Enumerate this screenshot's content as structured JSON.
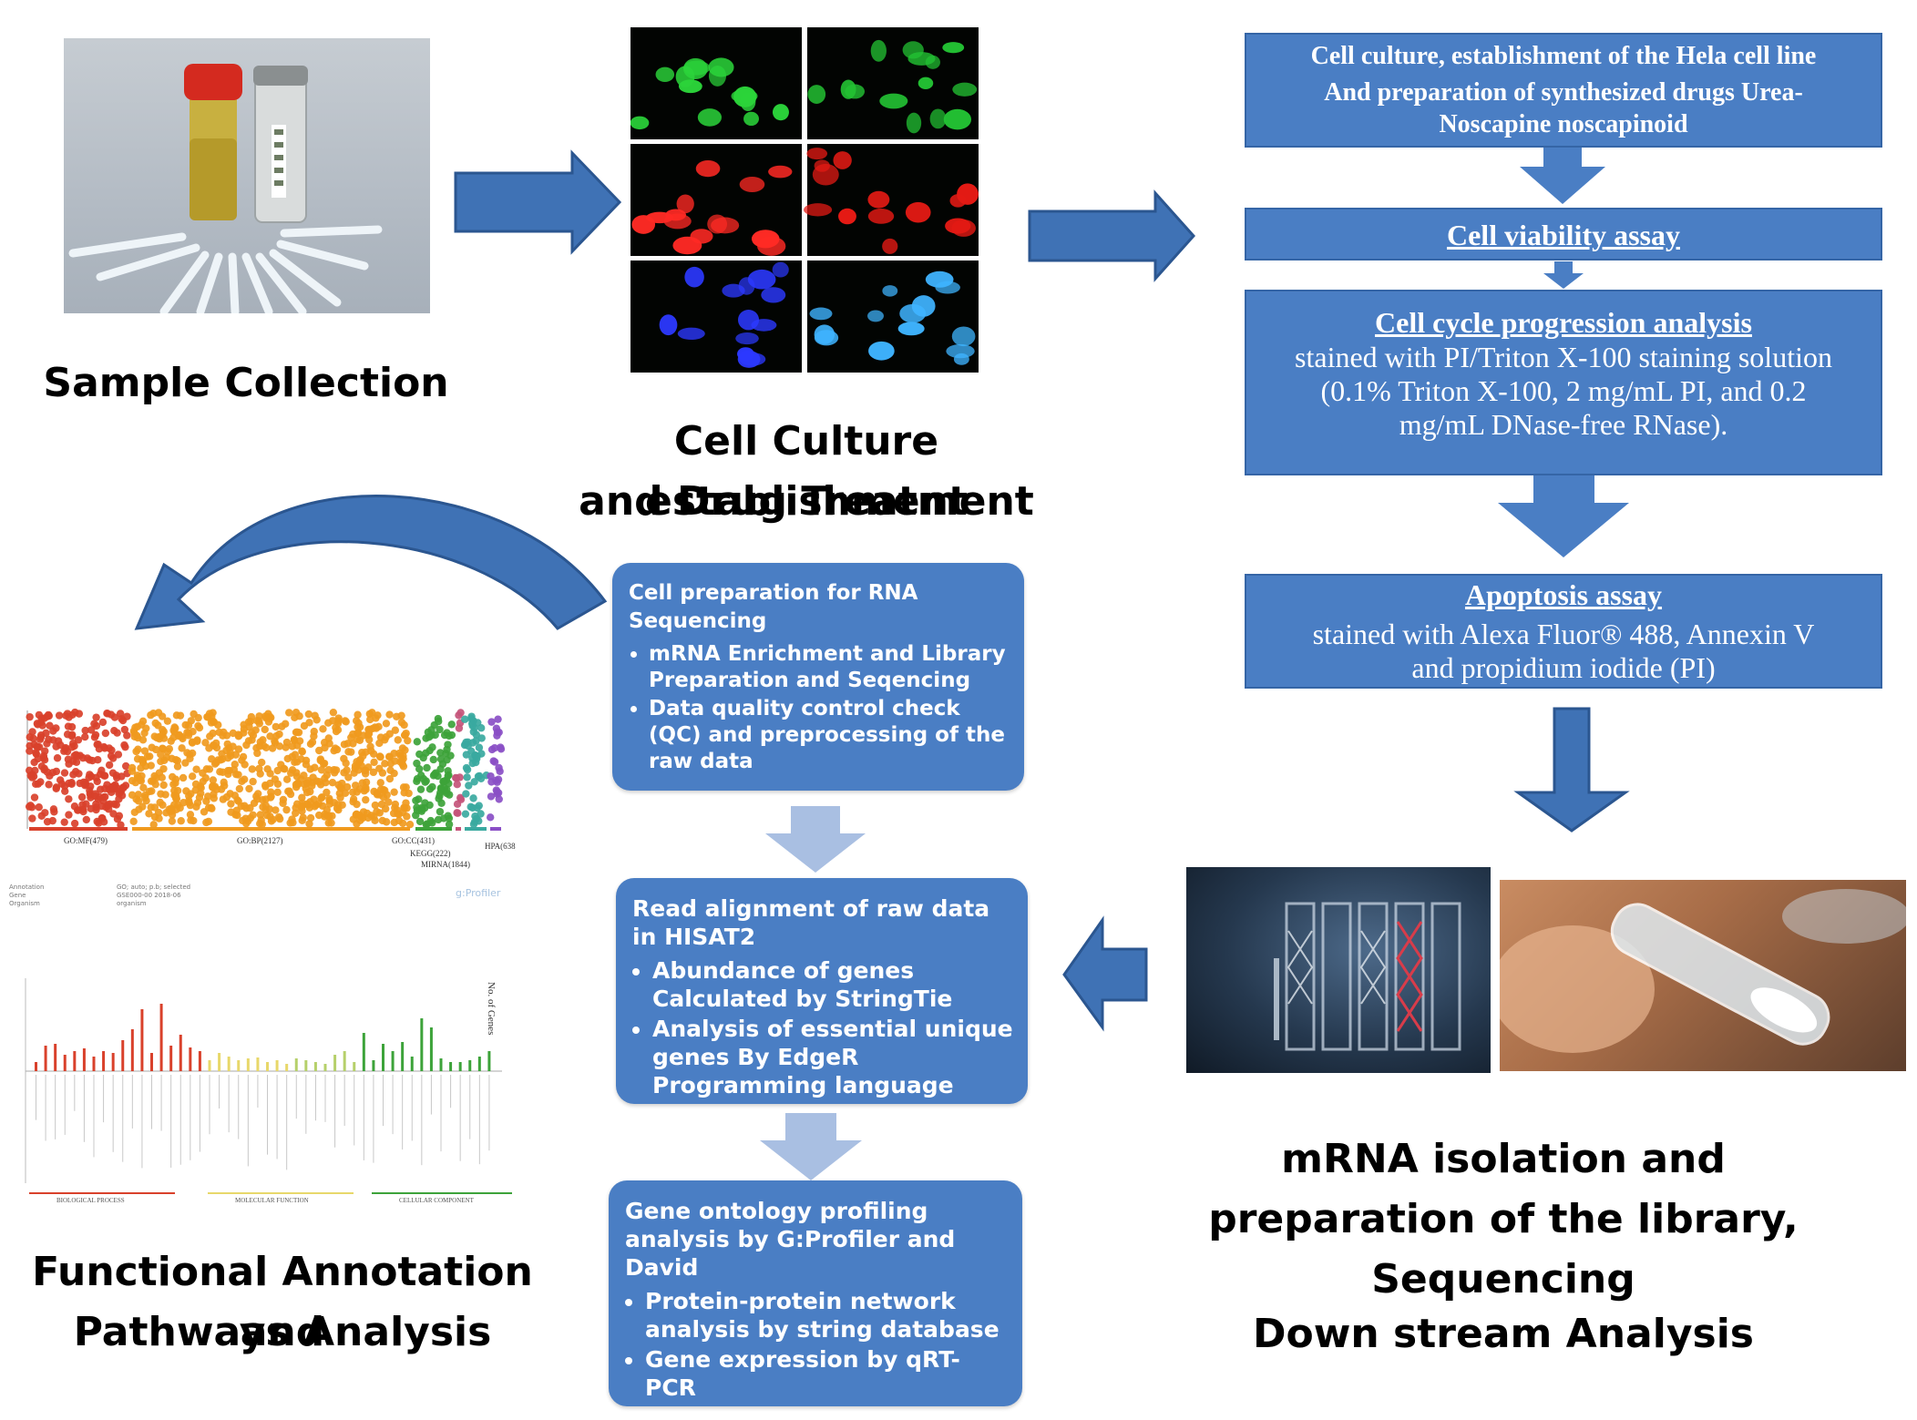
{
  "captions": {
    "sample_collection": "Sample Collection",
    "cell_culture_line1": "Cell Culture establishment",
    "cell_culture_line2": "and Drug Treatment",
    "functional_line1": "Functional Annotation and",
    "functional_line2": "Pathways Analysis",
    "mrna_line1": "mRNA isolation and",
    "mrna_line2": "preparation of the library, Sequencing",
    "downstream": "Down stream Analysis"
  },
  "flow_boxes": {
    "culture": {
      "line1": "Cell culture, establishment of the Hela cell line",
      "line2": "And preparation of synthesized  drugs Urea-",
      "line3": "Noscapine noscapinoid"
    },
    "viability": {
      "title": "Cell viability assay"
    },
    "cell_cycle": {
      "title": "Cell cycle progression analysis",
      "body_line1": "stained with PI/Triton X-100 staining solution",
      "body_line2": "(0.1% Triton X-100, 2 mg/mL PI, and 0.2",
      "body_line3": "mg/mL DNase-free RNase)."
    },
    "apoptosis": {
      "title": "Apoptosis assay",
      "body_line1": "stained with Alexa Fluor® 488, Annexin V",
      "body_line2": "and propidium iodide (PI)"
    }
  },
  "rna_boxes": {
    "prep": {
      "title": "Cell preparation for RNA Sequencing",
      "items": [
        "mRNA Enrichment and Library Preparation and Seqencing",
        "Data quality control check (QC) and preprocessing of the raw data"
      ]
    },
    "alignment": {
      "title": "Read alignment of raw data in HISAT2",
      "items": [
        "Abundance of genes Calculated by StringTie",
        "Analysis of essential unique genes By EdgeR Programming language"
      ]
    },
    "ontology": {
      "title": "Gene ontology profiling analysis by G:Profiler and David",
      "items": [
        "Protein-protein network analysis by string database",
        "Gene expression by qRT-PCR"
      ]
    }
  },
  "manhattan": {
    "labels": [
      "GO:MF(479)",
      "GO:BP(2127)",
      "GO:CC(431)",
      "KEGG(222)",
      "MIRNA(1844)",
      "HPA(638)"
    ],
    "footer_left": [
      "Annotation",
      "Gene",
      "Organism"
    ],
    "footer_mid": [
      "GO; auto; p.b; selected",
      "GSE000-00 2018-06",
      "organism"
    ],
    "footer_logo": "g:Profiler"
  },
  "barchart": {
    "ylabel": "No. of Genes",
    "xgroups": [
      "BIOLOGICAL PROCESS",
      "MOLECULAR FUNCTION",
      "CELLULAR COMPONENT"
    ]
  },
  "colors": {
    "box_blue": "#4a7ec4",
    "arrow_blue": "#3f72b5",
    "light_arrow": "#a9bfe2",
    "mf_red": "#d9412b",
    "bp_orange": "#f09a1e",
    "cc_green": "#3da33a",
    "kegg_pink": "#c4547a",
    "teal": "#3aa9a0",
    "purple": "#8a4fc6"
  }
}
